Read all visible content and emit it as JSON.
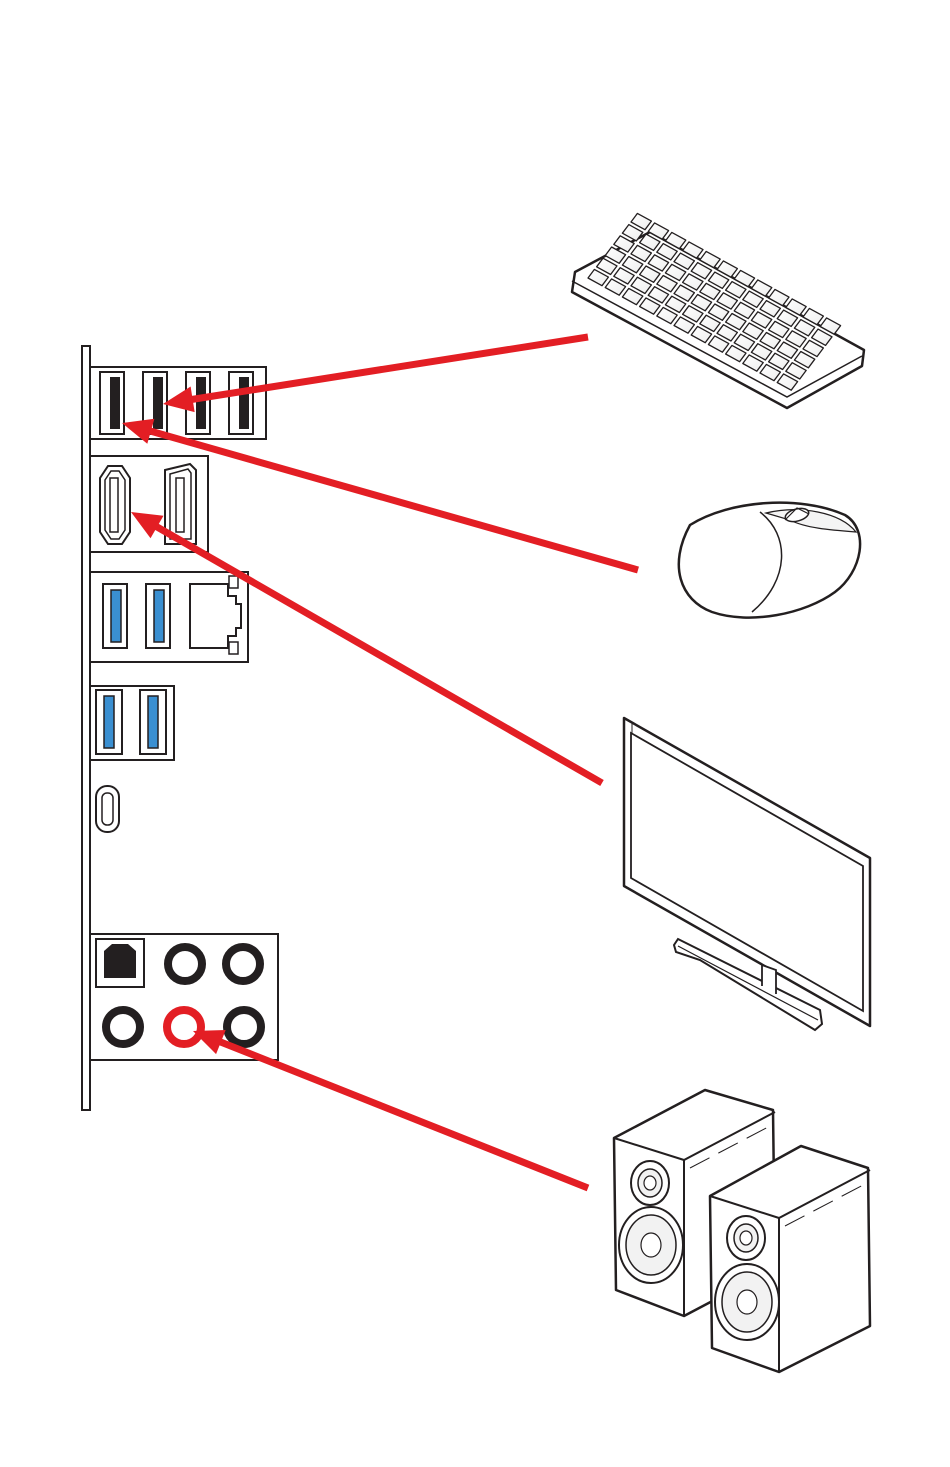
{
  "diagram": {
    "type": "rear-io-connection-diagram",
    "background": "#ffffff",
    "colors": {
      "outline": "#231f20",
      "arrow": "#e31e24",
      "usb3_blue": "#3a8fd1",
      "port_dark": "#231f20",
      "panel_fill": "#ffffff",
      "device_stroke": "#231f20",
      "device_fill": "#ffffff",
      "speaker_shade": "#f2f2f2"
    },
    "io_panel": {
      "port_groups": [
        {
          "name": "usb-2-0-ports",
          "count": 4
        },
        {
          "name": "hdmi-displayport-ports",
          "count": 2
        },
        {
          "name": "usb-3-lan-ports",
          "count": 3
        },
        {
          "name": "usb-3-ports",
          "count": 2
        },
        {
          "name": "usb-type-c-port",
          "count": 1
        },
        {
          "name": "audio-jacks",
          "count": 6,
          "highlighted": "line-out"
        }
      ]
    },
    "devices": [
      {
        "name": "keyboard",
        "icon": "keyboard-icon",
        "connects_to": "usb-2-0-ports"
      },
      {
        "name": "mouse",
        "icon": "mouse-icon",
        "connects_to": "usb-2-0-ports"
      },
      {
        "name": "monitor",
        "icon": "monitor-icon",
        "connects_to": "hdmi-port"
      },
      {
        "name": "speakers",
        "icon": "speakers-icon",
        "connects_to": "audio-line-out"
      }
    ]
  }
}
